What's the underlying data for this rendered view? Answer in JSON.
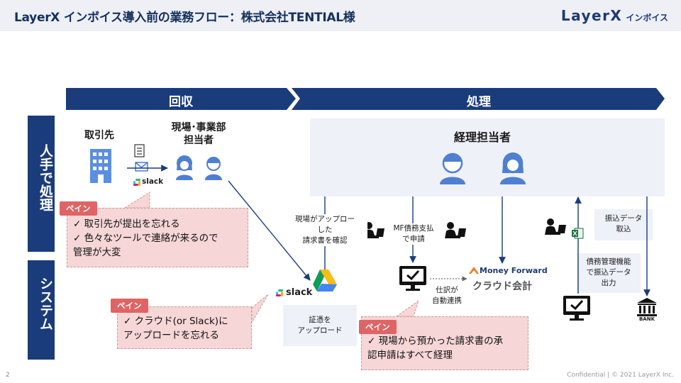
{
  "header": {
    "title": "LayerX インボイス導入前の業務フロー：株式会社TENTIAL様",
    "logo_main": "LayerX",
    "logo_sub": "インボイス"
  },
  "phases": {
    "collect": "回収",
    "process": "処理"
  },
  "lanes": {
    "human": "人手で処理",
    "system": "システム"
  },
  "actors": {
    "supplier": "取引先",
    "field_line1": "現場･事業部",
    "field_line2": "担当者",
    "accounting": "経理担当者"
  },
  "icons": {
    "slack_text": "slack",
    "bank_text": "BANK",
    "moneyforward_logo": "Money Forward",
    "moneyforward_app": "クラウド会計"
  },
  "steps": {
    "confirm_lines": [
      "現場がアップロー",
      "した",
      "請求書を確認"
    ],
    "mf_apply_lines": [
      "MF債務支払",
      "で申請"
    ],
    "upload_evidence_lines": [
      "証憑を",
      "アップロード"
    ],
    "auto_journal_lines": [
      "仕訳が",
      "自動連携"
    ],
    "transfer_import_lines": [
      "振込データ",
      "取込"
    ],
    "transfer_output_lines": [
      "債務管理機能",
      "で振込データ",
      "出力"
    ]
  },
  "pains": [
    {
      "tag": "ペイン",
      "lines": [
        "✓ 取引先が提出を忘れる",
        "✓ 色々なツールで連絡が来るので",
        "管理が大変"
      ]
    },
    {
      "tag": "ペイン",
      "lines": [
        "✓ クラウド(or Slack)に",
        "アップロードを忘れる"
      ]
    },
    {
      "tag": "ペイン",
      "lines": [
        "✓ 現場から預かった請求書の承",
        "認申請はすべて経理"
      ]
    }
  ],
  "footer": {
    "page": "2",
    "confidential": "Confidential | © 2021 LayerX Inc."
  },
  "colors": {
    "navy": "#14305e",
    "lane_band": "#1b3c7a",
    "pain_fill": "#f6d6d6",
    "pain_tag": "#e06464",
    "panel": "#eef1f8"
  }
}
